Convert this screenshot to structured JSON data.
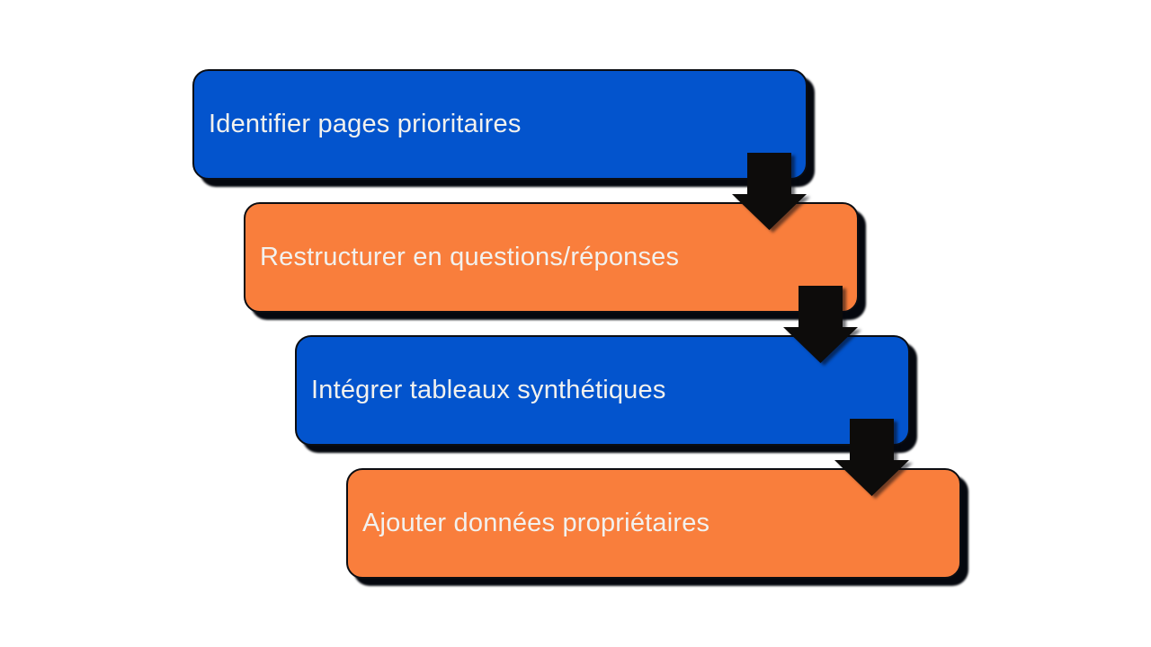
{
  "diagram": {
    "type": "process-flow",
    "background_color": "#ffffff",
    "text_color": "#f2f1ee",
    "border_color": "#0b0d12",
    "shadow_color": "#05080f",
    "arrow_color": "#0d0c0b",
    "arrow_icon": "down-arrow",
    "step_colors": {
      "blue": "#0354cd",
      "orange": "#f97e3c"
    },
    "steps": [
      {
        "label": "Identifier pages prioritaires",
        "color": "#0354cd"
      },
      {
        "label": "Restructurer en questions/réponses",
        "color": "#f97e3c"
      },
      {
        "label": "Intégrer tableaux synthétiques",
        "color": "#0354cd"
      },
      {
        "label": "Ajouter données propriétaires",
        "color": "#f97e3c"
      }
    ]
  }
}
